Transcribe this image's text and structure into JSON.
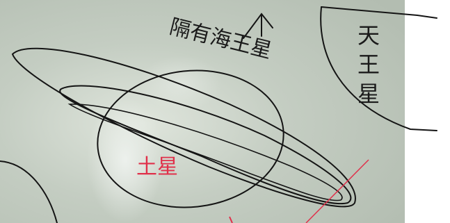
{
  "colors": {
    "paper": "#bfc8bd",
    "paper_light": "#d9dfd6",
    "paper_white": "#ffffff",
    "ink": "#141414",
    "red_ink": "#e0304a"
  },
  "annotations": {
    "neptune_note": "隔有海王星",
    "arrow_symbol": "^",
    "uranus": "天王星",
    "saturn": "土星"
  }
}
